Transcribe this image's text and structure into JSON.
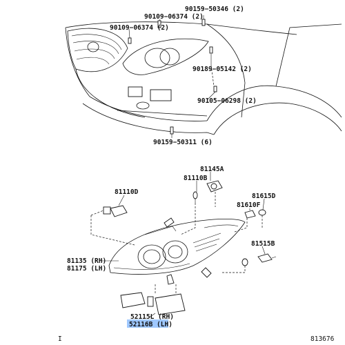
{
  "top_labels": {
    "l_90159_50346": "90159−50346 (2)",
    "l_90109_06374a": "90109−06374 (2)",
    "l_90109_06374b": "90109−06374 (2)",
    "l_90189_05142": "90189−05142 (2)",
    "l_90105_06298": "90105−06298 (2)",
    "l_90159_50311": "90159−50311 (6)"
  },
  "bottom_labels": {
    "l_81145A": "81145A",
    "l_81110B": "81110B",
    "l_81110D": "81110D",
    "l_81615D": "81615D",
    "l_81610F": "81610F",
    "l_81515B": "81515B",
    "l_81135": "81135 (RH)",
    "l_81175": "81175 (LH)",
    "l_52115L": "52115L (RH)",
    "l_52116B": "52116B (LH)"
  },
  "footer": {
    "page_marker": "I",
    "diagram_id": "813676"
  },
  "highlight_color": "#9fc8ff"
}
